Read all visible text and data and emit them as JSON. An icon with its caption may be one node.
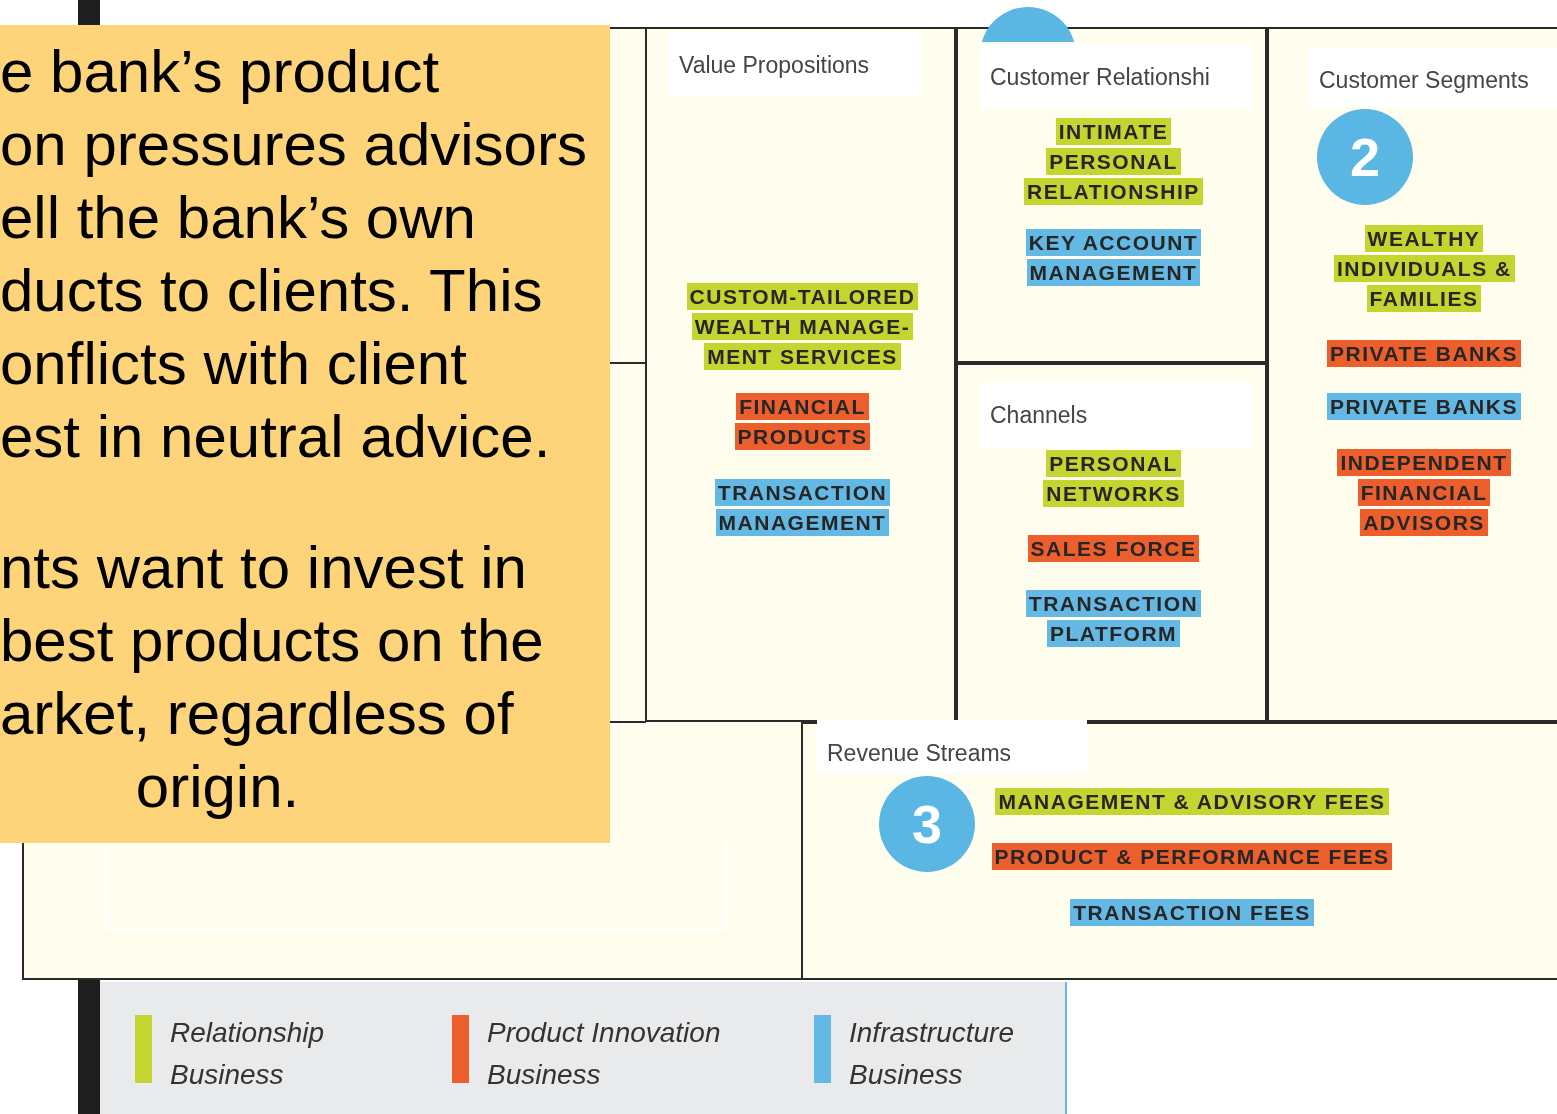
{
  "diagram": {
    "nodes": [
      {
        "text": [
          "e bank’s product",
          "on pressures advisors",
          "ell the bank’s own",
          "ducts to clients. This",
          "onflicts with client",
          "est in neutral advice.",
          "nts want to invest in",
          "best products on the",
          "arket, regardless of",
          "origin."
        ]
      },
      {
        "text": [
          "Value Propositions"
        ]
      },
      {
        "text": [
          "CUSTOM-TAILORED WEALTH MANAGE- MENT SERVICES"
        ],
        "in": 1
      },
      {
        "text": [
          "FINANCIAL PRODUCTS"
        ],
        "in": 1
      },
      {
        "text": [
          "TRANSACTION MANAGEMENT"
        ],
        "in": 1
      },
      {
        "text": [],
        "shape": "circle"
      },
      {
        "text": [
          "Customer Relationshi"
        ]
      },
      {
        "text": [
          "INTIMATE PERSONAL RELATIONSHIP"
        ],
        "in": 6
      },
      {
        "text": [
          "KEY ACCOUNT MANAGEMENT"
        ],
        "in": 6
      },
      {
        "text": [
          "Customer Segments"
        ]
      },
      {
        "text": [
          "2"
        ],
        "in": 9
      },
      {
        "text": [
          "WEALTHY INDIVIDUALS & FAMILIES"
        ],
        "in": 9
      },
      {
        "text": [
          "PRIVATE BANKS"
        ],
        "in": 9
      },
      {
        "text": [
          "PRIVATE BANKS"
        ],
        "in": 9
      },
      {
        "text": [
          "INDEPENDENT FINANCIAL ADVISORS"
        ],
        "in": 9
      },
      {
        "text": [
          "Channels"
        ]
      },
      {
        "text": [
          "PERSONAL NETWORKS"
        ],
        "in": 15
      },
      {
        "text": [
          "SALES FORCE"
        ],
        "in": 15
      },
      {
        "text": [
          "TRANSACTION PLATFORM"
        ],
        "in": 15
      },
      {
        "text": [],
        "shape": "box"
      },
      {
        "text": [],
        "shape": "box",
        "in": 19
      },
      {
        "text": [
          "Revenue Streams"
        ]
      },
      {
        "text": [
          "3"
        ],
        "in": 21
      },
      {
        "text": [
          "MANAGEMENT & ADVISORY FEES"
        ],
        "in": 21
      },
      {
        "text": [
          "PRODUCT & PERFORMANCE FEES"
        ],
        "in": 21
      },
      {
        "text": [
          "TRANSACTION FEES"
        ],
        "in": 21
      }
    ],
    "legend": [
      {
        "text": "Relationship Business",
        "color": "#c5d52f"
      },
      {
        "text": "Product Innovation Business",
        "color": "#ec5f2d"
      },
      {
        "text": "Infrastructure Business",
        "color": "#64b9e4"
      }
    ]
  }
}
